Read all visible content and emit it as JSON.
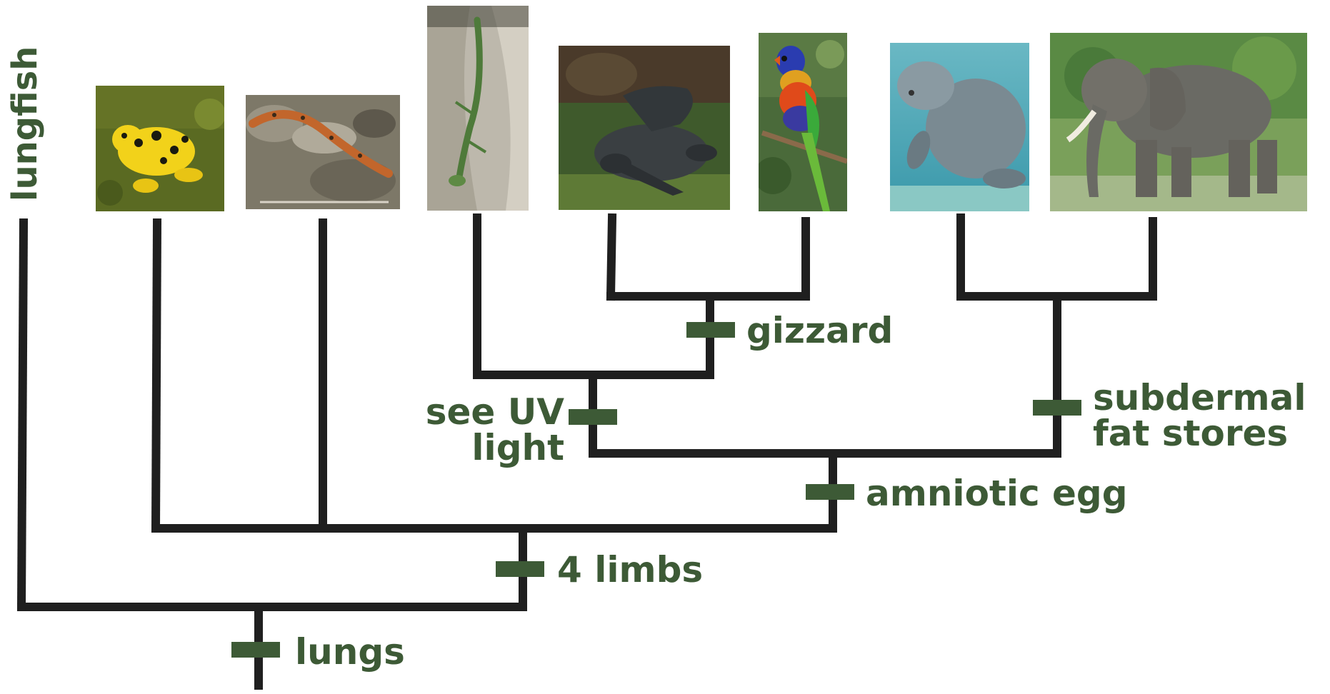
{
  "taxa": {
    "lungfish": "lungfish",
    "frog": "frog",
    "salamander": "salamander",
    "lizard": "lizard",
    "crocodile": "crocodile",
    "parrot": "parrot",
    "manatee": "manatee",
    "elephant": "elephant"
  },
  "traits": {
    "lungs": "lungs",
    "limbs": "4 limbs",
    "amniotic_egg": "amniotic egg",
    "uv_line1": "see UV",
    "uv_line2": "light",
    "gizzard": "gizzard",
    "fat_line1": "subdermal",
    "fat_line2": "fat stores"
  },
  "colors": {
    "branch": "#1f1f1f",
    "trait": "#3d5a36"
  }
}
